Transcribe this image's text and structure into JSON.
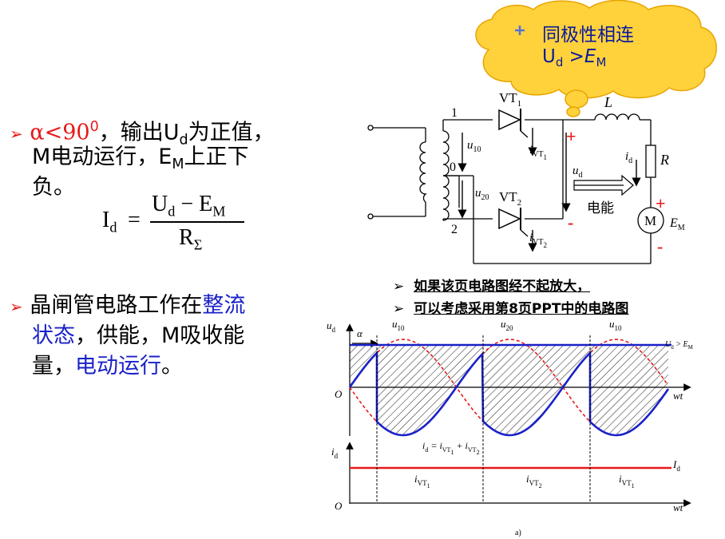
{
  "callout": {
    "line1": "同极性相连",
    "ud_main": "U",
    "ud_sub": "d",
    "gt": " >",
    "em_main": "E",
    "em_sub": "M"
  },
  "left": {
    "b1_alpha": "α<90",
    "b1_sup": "0",
    "b1_rest_a": "，输出U",
    "b1_rest_sub": "d",
    "b1_rest_b": "为正值，",
    "b1_line2_a": "M电动运行，E",
    "b1_line2_sub": "M",
    "b1_line2_b": "上正下",
    "b1_line3": "负。",
    "formula_lhs": "I",
    "formula_lhs_sub": "d",
    "formula_eq": "=",
    "formula_num": "U",
    "formula_num_sub1": "d",
    "formula_num_mid": " − E",
    "formula_num_sub2": "M",
    "formula_den": "R",
    "formula_den_sub": "Σ",
    "b2_l1_a": "晶闸管电路工作在",
    "b2_l1_b": "整流",
    "b2_l2_a": "状态",
    "b2_l2_b": "，供能，M吸收能",
    "b2_l3_a": "量，",
    "b2_l3_b": "电动运行",
    "b2_l3_c": "。"
  },
  "notes": {
    "n1": "如果该页电路图经不起放大，",
    "n2": "可以考虑采用第8页PPT中的电路图"
  },
  "circuit": {
    "n1": "1",
    "n0": "0",
    "n2": "2",
    "vt1": "VT",
    "vt1_sub": "1",
    "vt2": "VT",
    "vt2_sub": "2",
    "L": "L",
    "R": "R",
    "u10": "u",
    "u10_sub": "10",
    "u20": "u",
    "u20_sub": "20",
    "ivt1": "i",
    "ivt1_sub": "VT",
    "ivt1_sub2": "1",
    "ivt2": "i",
    "ivt2_sub": "VT",
    "ivt2_sub2": "2",
    "ud": "u",
    "ud_sub": "d",
    "id": "i",
    "id_sub": "d",
    "energy": "电能",
    "motor": "M",
    "em": "E",
    "em_sub": "M",
    "plus": "+",
    "minus": "-"
  },
  "waveform": {
    "ud": "u",
    "ud_sub": "d",
    "alpha": "α",
    "u10": "u",
    "u10_sub": "10",
    "u20": "u",
    "u20_sub": "20",
    "u10b": "u",
    "u10b_sub": "10",
    "cond": "U",
    "cond_sub": "d",
    "cond_gt": " > E",
    "cond_sub2": "M",
    "O": "O",
    "wt": "wt",
    "id_eq": "i",
    "id_eq_sub": "d",
    "id_eq_mid": " = i",
    "id_eq_sub2": "VT",
    "id_eq_sub3": "1",
    "id_eq_plus": " + i",
    "id_eq_sub4": "VT",
    "id_eq_sub5": "2",
    "id": "i",
    "id_sub": "d",
    "Id": "I",
    "Id_sub": "d",
    "seg1": "i",
    "seg1_sub": "VT",
    "seg1_sub2": "1",
    "seg2": "i",
    "seg2_sub": "VT",
    "seg2_sub2": "2",
    "seg3": "i",
    "seg3_sub": "VT",
    "seg3_sub2": "1",
    "O2": "O",
    "wt2": "wt",
    "caption": "a)"
  },
  "colors": {
    "red": "#e8191a",
    "blue": "#1a21c8",
    "callout_fill": "#ffd23c",
    "text_blue": "#0b1a9a"
  },
  "icons": [
    "bullet-arrow-icon",
    "plus-cross-icon",
    "thyristor-icon",
    "motor-icon"
  ]
}
